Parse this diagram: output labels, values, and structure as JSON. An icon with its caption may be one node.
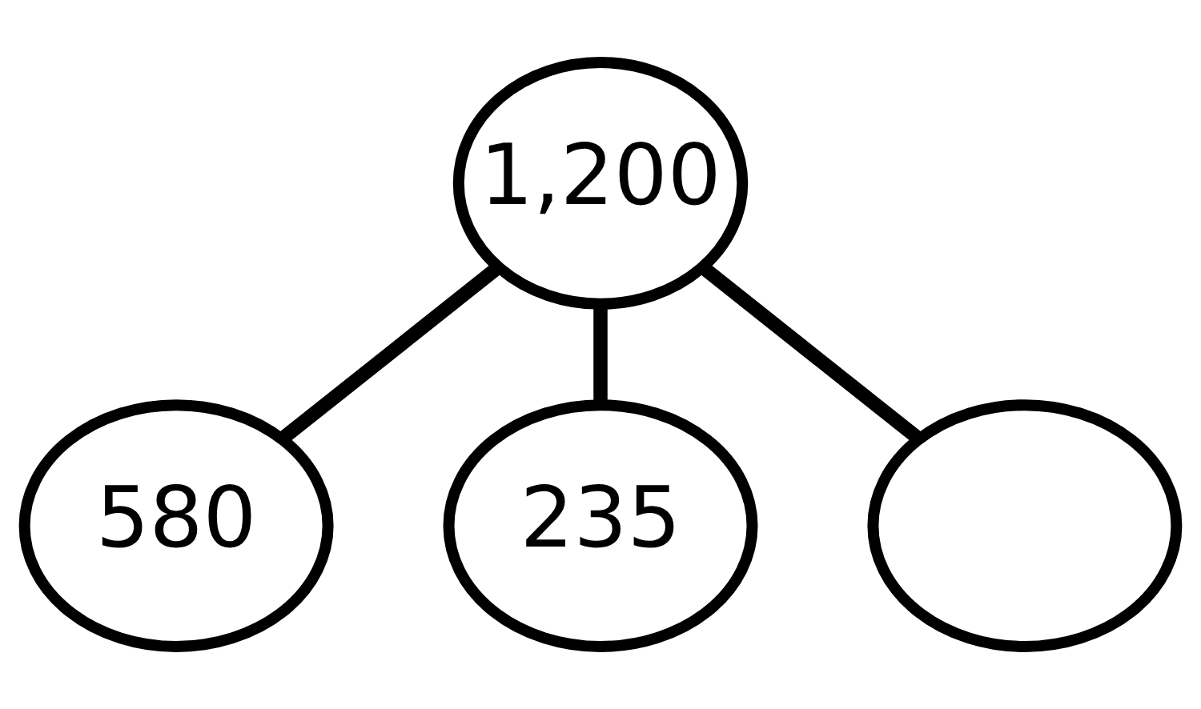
{
  "diagram": {
    "nodes": [
      {
        "text": [
          "1,200"
        ]
      },
      {
        "text": [
          "580"
        ]
      },
      {
        "text": [
          "235"
        ]
      },
      {
        "text": [],
        "shape": "circle"
      }
    ],
    "edges": [
      {
        "from": 0,
        "to": 1,
        "arrow": "none"
      },
      {
        "from": 0,
        "to": 2,
        "arrow": "none"
      },
      {
        "from": 0,
        "to": 3,
        "arrow": "none"
      }
    ]
  }
}
